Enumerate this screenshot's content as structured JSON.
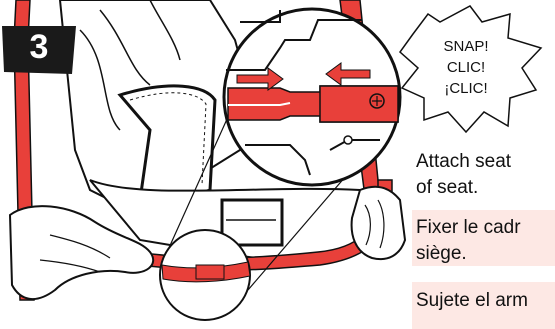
{
  "step": {
    "number": "3"
  },
  "callout": {
    "lines": [
      "SNAP!",
      "CLIC!",
      "¡CLIC!"
    ]
  },
  "instructions": {
    "en_line1": "Attach seat",
    "en_line2": "of seat.",
    "fr_line1": "Fixer le cadr",
    "fr_line2": "siège.",
    "es_line1": "Sujete el arm"
  },
  "colors": {
    "frame_red": "#e8403a",
    "text_bg": "#fde8e4",
    "badge": "#1a1a1a"
  }
}
